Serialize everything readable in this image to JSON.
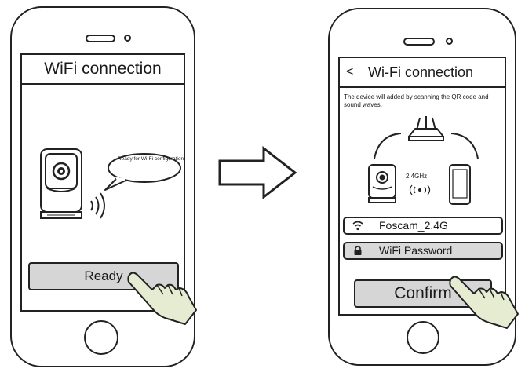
{
  "left_phone": {
    "title": "WiFi connection",
    "bubble_text": "Ready for Wi-Fi configuration",
    "ready_button_label": "Ready"
  },
  "right_phone": {
    "back_symbol": "<",
    "title": "Wi-Fi connection",
    "description": "The device will added by scanning the QR code and sound waves.",
    "band_label": "2.4GHz",
    "ssid_value": "Foscam_2.4G",
    "password_placeholder": "WiFi Password",
    "confirm_button_label": "Confirm"
  },
  "icons": [
    "camera-icon",
    "sound-wave-icon",
    "speech-bubble-icon",
    "hand-pointer-icon",
    "arrow-right-icon",
    "router-icon",
    "smartphone-icon",
    "wifi-icon",
    "lock-icon"
  ],
  "colors": {
    "outline": "#222222",
    "button_fill": "#d6d6d6",
    "hand_fill": "#e6ecd2"
  }
}
